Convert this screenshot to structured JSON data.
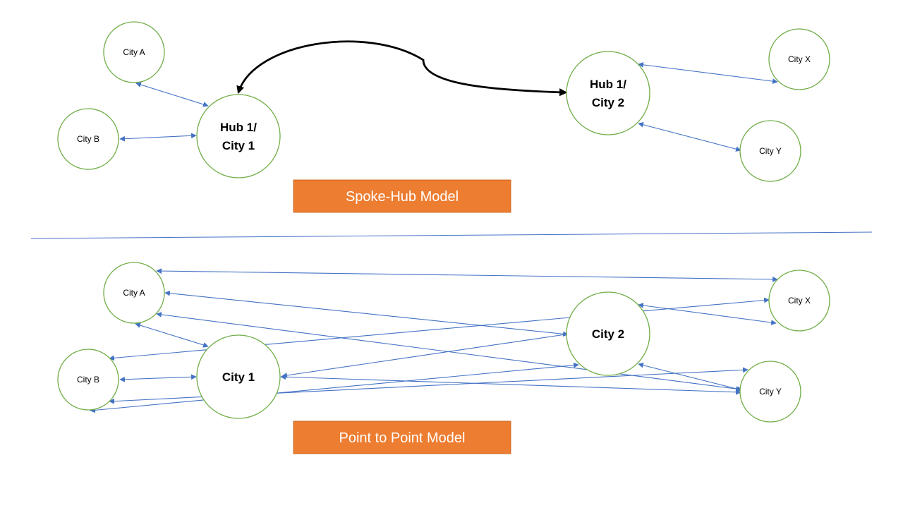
{
  "spoke_hub": {
    "nodes": {
      "city_a": "City A",
      "city_b": "City B",
      "hub1": [
        "Hub 1/",
        "City 1"
      ],
      "hub2": [
        "Hub 1/",
        "City 2"
      ],
      "city_x": "City X",
      "city_y": "City Y"
    },
    "banner": "Spoke-Hub Model"
  },
  "point_to_point": {
    "nodes": {
      "city_a": "City A",
      "city_b": "City B",
      "city_1": "City 1",
      "city_2": "City 2",
      "city_x": "City X",
      "city_y": "City Y"
    },
    "banner": "Point to Point Model"
  },
  "colors": {
    "node_outline": "#70ad47",
    "edge": "#4472c4",
    "hub_link": "#000000",
    "banner_fill": "#ed7d31",
    "banner_text": "#ffffff"
  }
}
